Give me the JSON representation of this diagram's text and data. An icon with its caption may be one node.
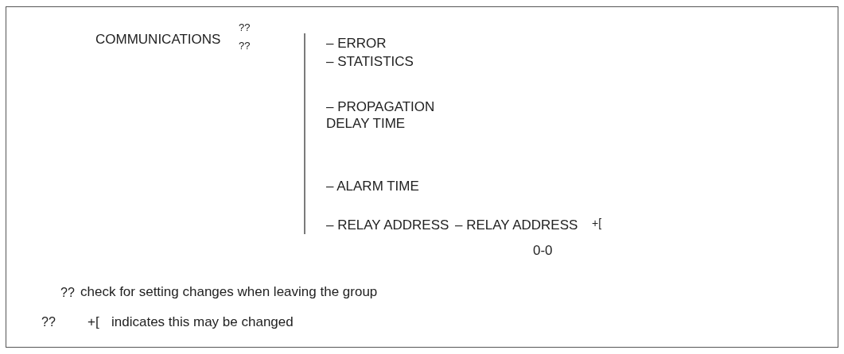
{
  "diagram": {
    "labels": [
      "COMMUNICATIONS",
      "??",
      "??",
      "– ERROR",
      "– STATISTICS",
      "– PROPAGATION DELAY TIME",
      "– ALARM TIME",
      "– RELAY ADDRESS",
      "– RELAY ADDRESS",
      "+[",
      "0-0",
      "??",
      "check for setting changes when leaving the group",
      "??",
      "+[",
      "indicates this may be changed"
    ]
  }
}
